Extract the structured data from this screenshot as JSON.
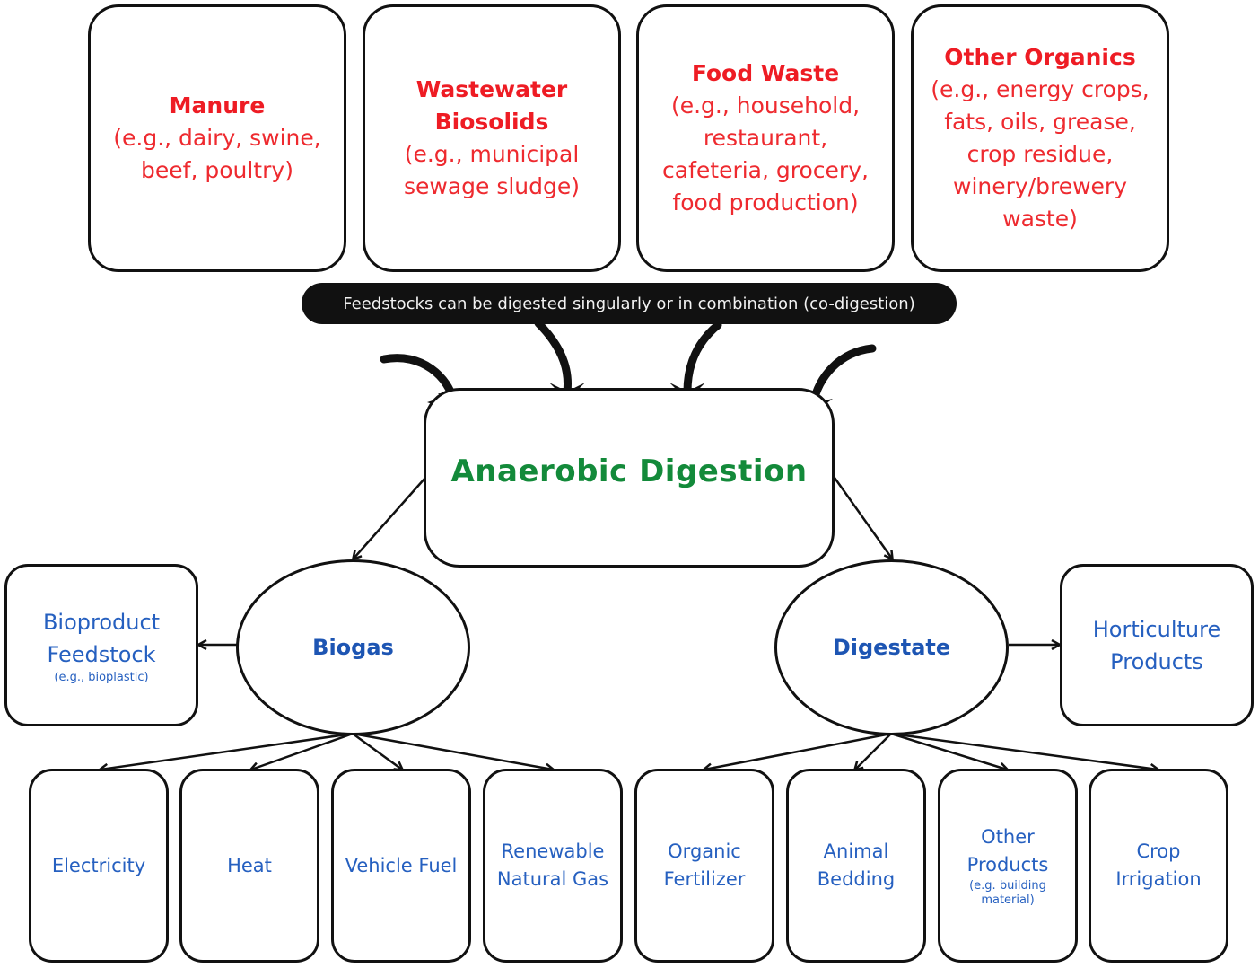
{
  "feedstocks": [
    {
      "title": "Manure",
      "lines": [
        "(e.g., dairy, swine,",
        "beef, poultry)"
      ]
    },
    {
      "title_lines": [
        "Wastewater",
        "Biosolids"
      ],
      "lines": [
        "(e.g., municipal",
        "sewage sludge)"
      ]
    },
    {
      "title": "Food Waste",
      "lines": [
        "(e.g., household,",
        "restaurant,",
        "cafeteria, grocery,",
        "food production)"
      ]
    },
    {
      "title": "Other Organics",
      "lines": [
        "(e.g., energy crops,",
        "fats, oils, grease,",
        "crop residue,",
        "winery/brewery",
        "waste)"
      ]
    }
  ],
  "banner": "Feedstocks can be digested singularly or in combination (co-digestion)",
  "process": "Anaerobic Digestion",
  "outputs": {
    "biogas": "Biogas",
    "digestate": "Digestate"
  },
  "side_products": {
    "bioproduct": {
      "lines": [
        "Bioproduct",
        "Feedstock"
      ],
      "note": "(e.g., bioplastic)"
    },
    "horticulture": {
      "lines": [
        "Horticulture",
        "Products"
      ]
    }
  },
  "biogas_uses": [
    {
      "lines": [
        "Electricity"
      ]
    },
    {
      "lines": [
        "Heat"
      ]
    },
    {
      "lines": [
        "Vehicle Fuel"
      ]
    },
    {
      "lines": [
        "Renewable",
        "Natural Gas"
      ]
    }
  ],
  "digestate_uses": [
    {
      "lines": [
        "Organic",
        "Fertilizer"
      ]
    },
    {
      "lines": [
        "Animal",
        "Bedding"
      ]
    },
    {
      "lines": [
        "Other",
        "Products"
      ],
      "note_lines": [
        "(e.g. building",
        "material)"
      ]
    },
    {
      "lines": [
        "Crop",
        "Irrigation"
      ]
    }
  ],
  "colors": {
    "feedstock_text": "#ee1c24",
    "process_text": "#138a3a",
    "output_text": "#2660c0",
    "stroke": "#111111"
  }
}
